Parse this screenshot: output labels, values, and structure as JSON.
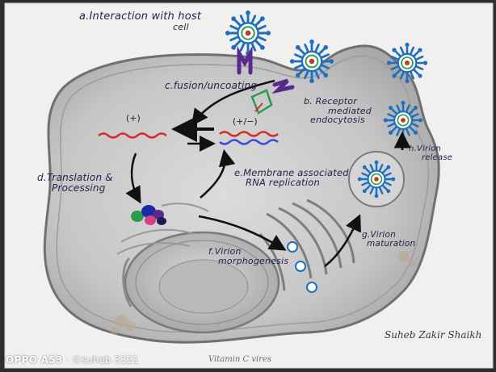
{
  "labels": {
    "a_line1": "a.Interaction with host",
    "a_line2": "cell",
    "b_line1": "b. Receptor",
    "b_line2": "mediated",
    "b_line3": "endocytosis",
    "c": "c.fusion/uncoating",
    "d_line1": "d.Translation &",
    "d_line2": "Processing",
    "e_line1": "e.Membrane associated",
    "e_line2": "RNA replication",
    "f_line1": "f.Virion",
    "f_line2": "morphogenesis",
    "g_line1": "g.Virion",
    "g_line2": "maturation",
    "h_line1": "h.Virion",
    "h_line2": "release",
    "plus_strand": "(+)",
    "plus_minus": "(+/−)"
  },
  "signature": "Suheb Zakir Shaikh",
  "footer_text": "Vitamin C vires",
  "watermark": {
    "device": "OPPO A53",
    "separator": " · ",
    "handle": "©suheb 3321"
  },
  "colors": {
    "paper": "#f2f0ee",
    "pencil": "#8a8a8a",
    "virus_blue": "#1f6fbf",
    "virus_green": "#2e9a4a",
    "virus_purple": "#5a2a8a",
    "rna_red": "#d42a2a",
    "rna_blue": "#3a4ad8",
    "ink": "#1a1a1a"
  }
}
